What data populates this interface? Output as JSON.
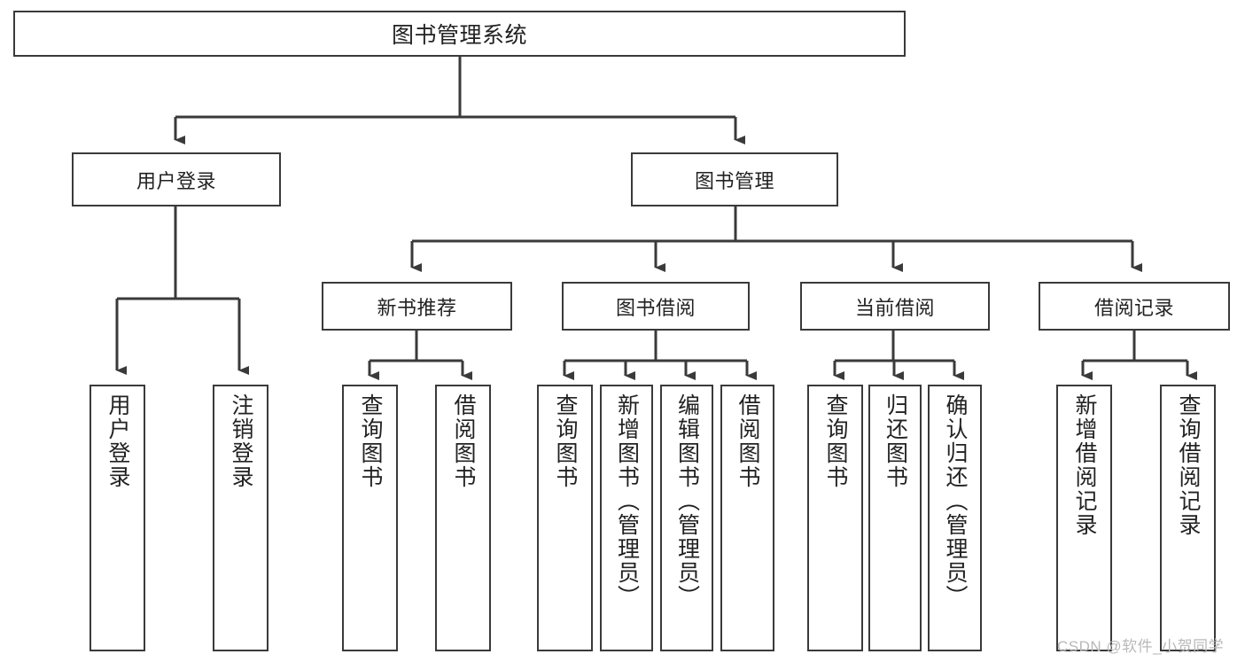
{
  "diagram": {
    "type": "tree",
    "title": "图书管理系统",
    "root": {
      "label": "图书管理系统"
    },
    "level2": [
      {
        "label": "用户登录"
      },
      {
        "label": "图书管理"
      }
    ],
    "level3": [
      {
        "label": "新书推荐"
      },
      {
        "label": "图书借阅"
      },
      {
        "label": "当前借阅"
      },
      {
        "label": "借阅记录"
      }
    ],
    "leaves": {
      "user_login": [
        {
          "label": "用户登录"
        },
        {
          "label": "注销登录"
        }
      ],
      "new_book_recommend": [
        {
          "label": "查询图书"
        },
        {
          "label": "借阅图书"
        }
      ],
      "book_borrow": [
        {
          "label": "查询图书"
        },
        {
          "label": "新增图书（管理员）"
        },
        {
          "label": "编辑图书（管理员）"
        },
        {
          "label": "借阅图书"
        }
      ],
      "current_borrow": [
        {
          "label": "查询图书"
        },
        {
          "label": "归还图书"
        },
        {
          "label": "确认归还（管理员）"
        }
      ],
      "borrow_record": [
        {
          "label": "新增借阅记录"
        },
        {
          "label": "查询借阅记录"
        }
      ]
    }
  },
  "watermark": {
    "text": "CSDN @软件_小贺同学"
  },
  "colors": {
    "background": "#ffffff",
    "box_border": "#3a3a3a",
    "box_fill": "#ffffff",
    "connector": "#3a3a3a",
    "text": "#222222",
    "watermark": "#b9b9b9"
  }
}
